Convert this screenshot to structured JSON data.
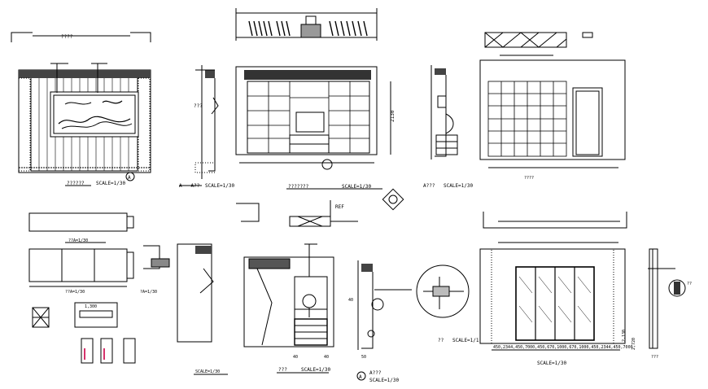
{
  "colors": {
    "line": "#000000",
    "background": "#ffffff",
    "accent_pink": "#d6336c"
  },
  "labels": {
    "tv_wall_title": "??????",
    "tv_wall_scale": "SCALE=1/30",
    "section_a_title": "A---A??",
    "section_a_scale": "SCALE=1/30",
    "cabinet_title": "???????",
    "cabinet_scale": "SCALE=1/30",
    "shelf_wall_title": "A???",
    "shelf_wall_scale": "SCALE=1/30",
    "glass_door_scale": "SCALE=1/30",
    "glass_scale_small": "SCALE=1/30",
    "plant_cabinet_title": "???",
    "plant_cabinet_scale": "SCALE=1/30",
    "detail_title": "??",
    "detail_scale": "SCALE=1/1",
    "section_a2_title": "A???",
    "section_a2_scale": "SCALE=1/30",
    "ref_label": "REF",
    "dim_top_left": "????",
    "tag_a": "A",
    "dim_1300": "1,300",
    "dim_2130": "2,130",
    "dim_2720": "2,720",
    "dim_40a": "40",
    "dim_40b": "40",
    "dim_40c": "40",
    "dim_50": "50",
    "dim_bottom_right": "450,2344,450,7000,450,670,1000,670,1000,450,2344,450,7000",
    "dim_7w": "???",
    "dim_small": "????"
  }
}
